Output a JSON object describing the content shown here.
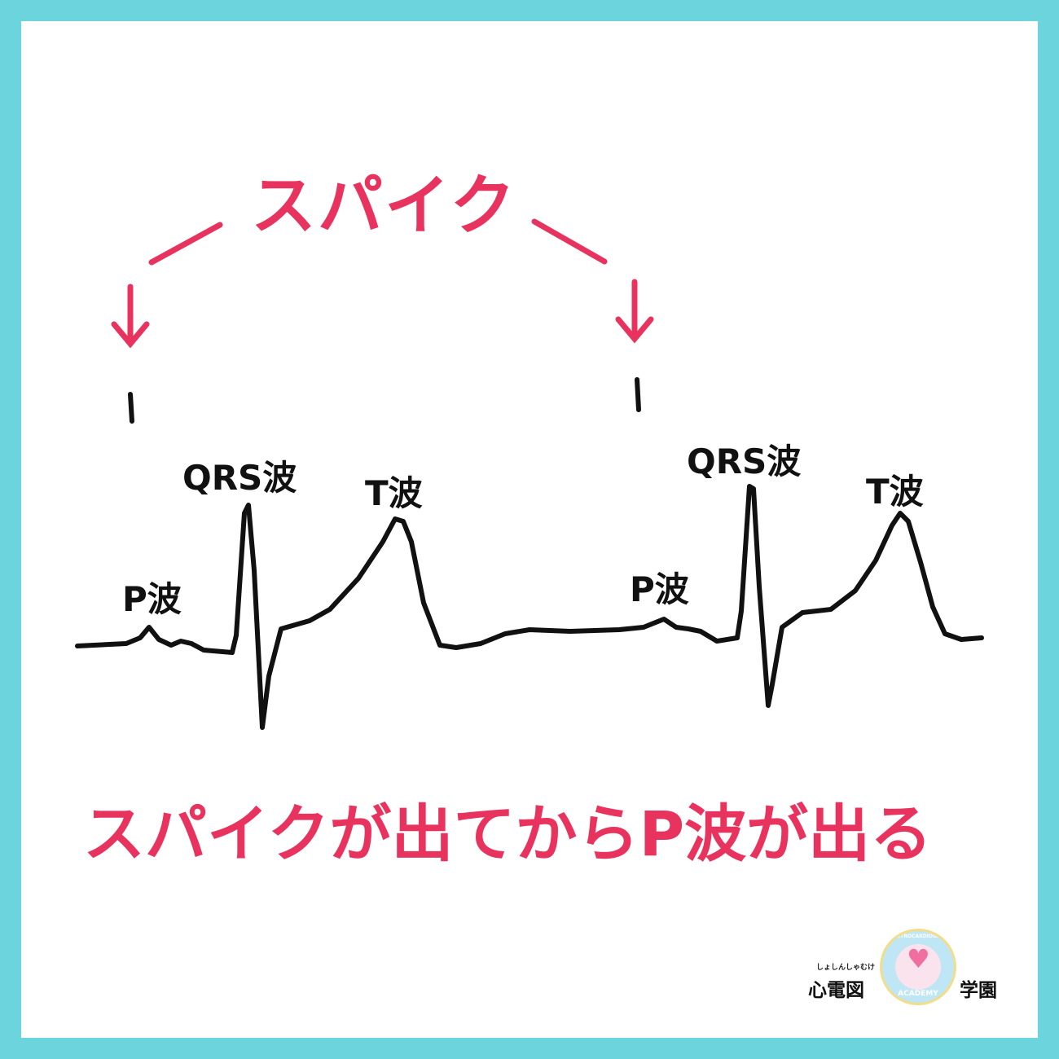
{
  "title": "スパイク",
  "caption": "スパイクが出てからP波が出る",
  "labels": {
    "p_wave": "P波",
    "qrs_wave": "QRS波",
    "t_wave": "T波"
  },
  "logo": {
    "ruby": "しょしんしゃむけ",
    "left": "心電図",
    "right": "学園",
    "badge_top": "ELECTROCARDIOGRAM",
    "badge_bottom": "ACADEMY"
  },
  "colors": {
    "accent": "#e8335f",
    "border": "#6cd4dc",
    "line": "#111111"
  }
}
